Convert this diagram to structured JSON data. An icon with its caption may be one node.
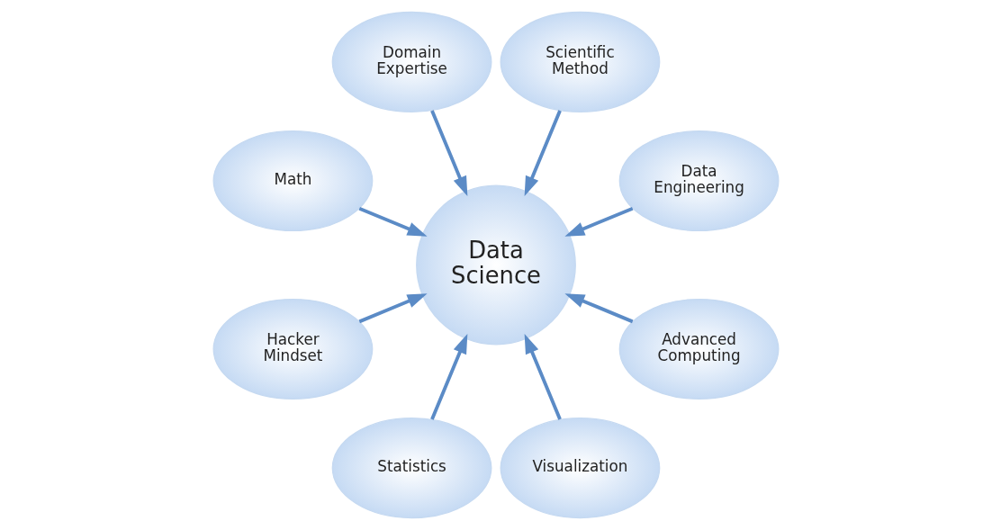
{
  "diagram": {
    "nodes": [
      {
        "text": [
          "Data Engineering"
        ]
      },
      {
        "text": [
          "Scientific Method"
        ]
      },
      {
        "text": [
          "Domain Expertise"
        ]
      },
      {
        "text": [
          "Math"
        ]
      },
      {
        "text": [
          "Data Science"
        ]
      },
      {
        "text": [
          "Hacker Mindset"
        ]
      },
      {
        "text": [
          "Statistics"
        ]
      },
      {
        "text": [
          "Visualization"
        ]
      },
      {
        "text": [
          "Advanced Computing"
        ]
      }
    ],
    "edges": [
      {
        "from": 0,
        "to": 4,
        "arrow": "to"
      },
      {
        "from": 1,
        "to": 4,
        "arrow": "to"
      },
      {
        "from": 2,
        "to": 4,
        "arrow": "to"
      },
      {
        "from": 3,
        "to": 4,
        "arrow": "to"
      },
      {
        "from": 5,
        "to": 4,
        "arrow": "to"
      },
      {
        "from": 6,
        "to": 4,
        "arrow": "to"
      },
      {
        "from": 7,
        "to": 4,
        "arrow": "to"
      },
      {
        "from": 8,
        "to": 4,
        "arrow": "to"
      }
    ]
  }
}
